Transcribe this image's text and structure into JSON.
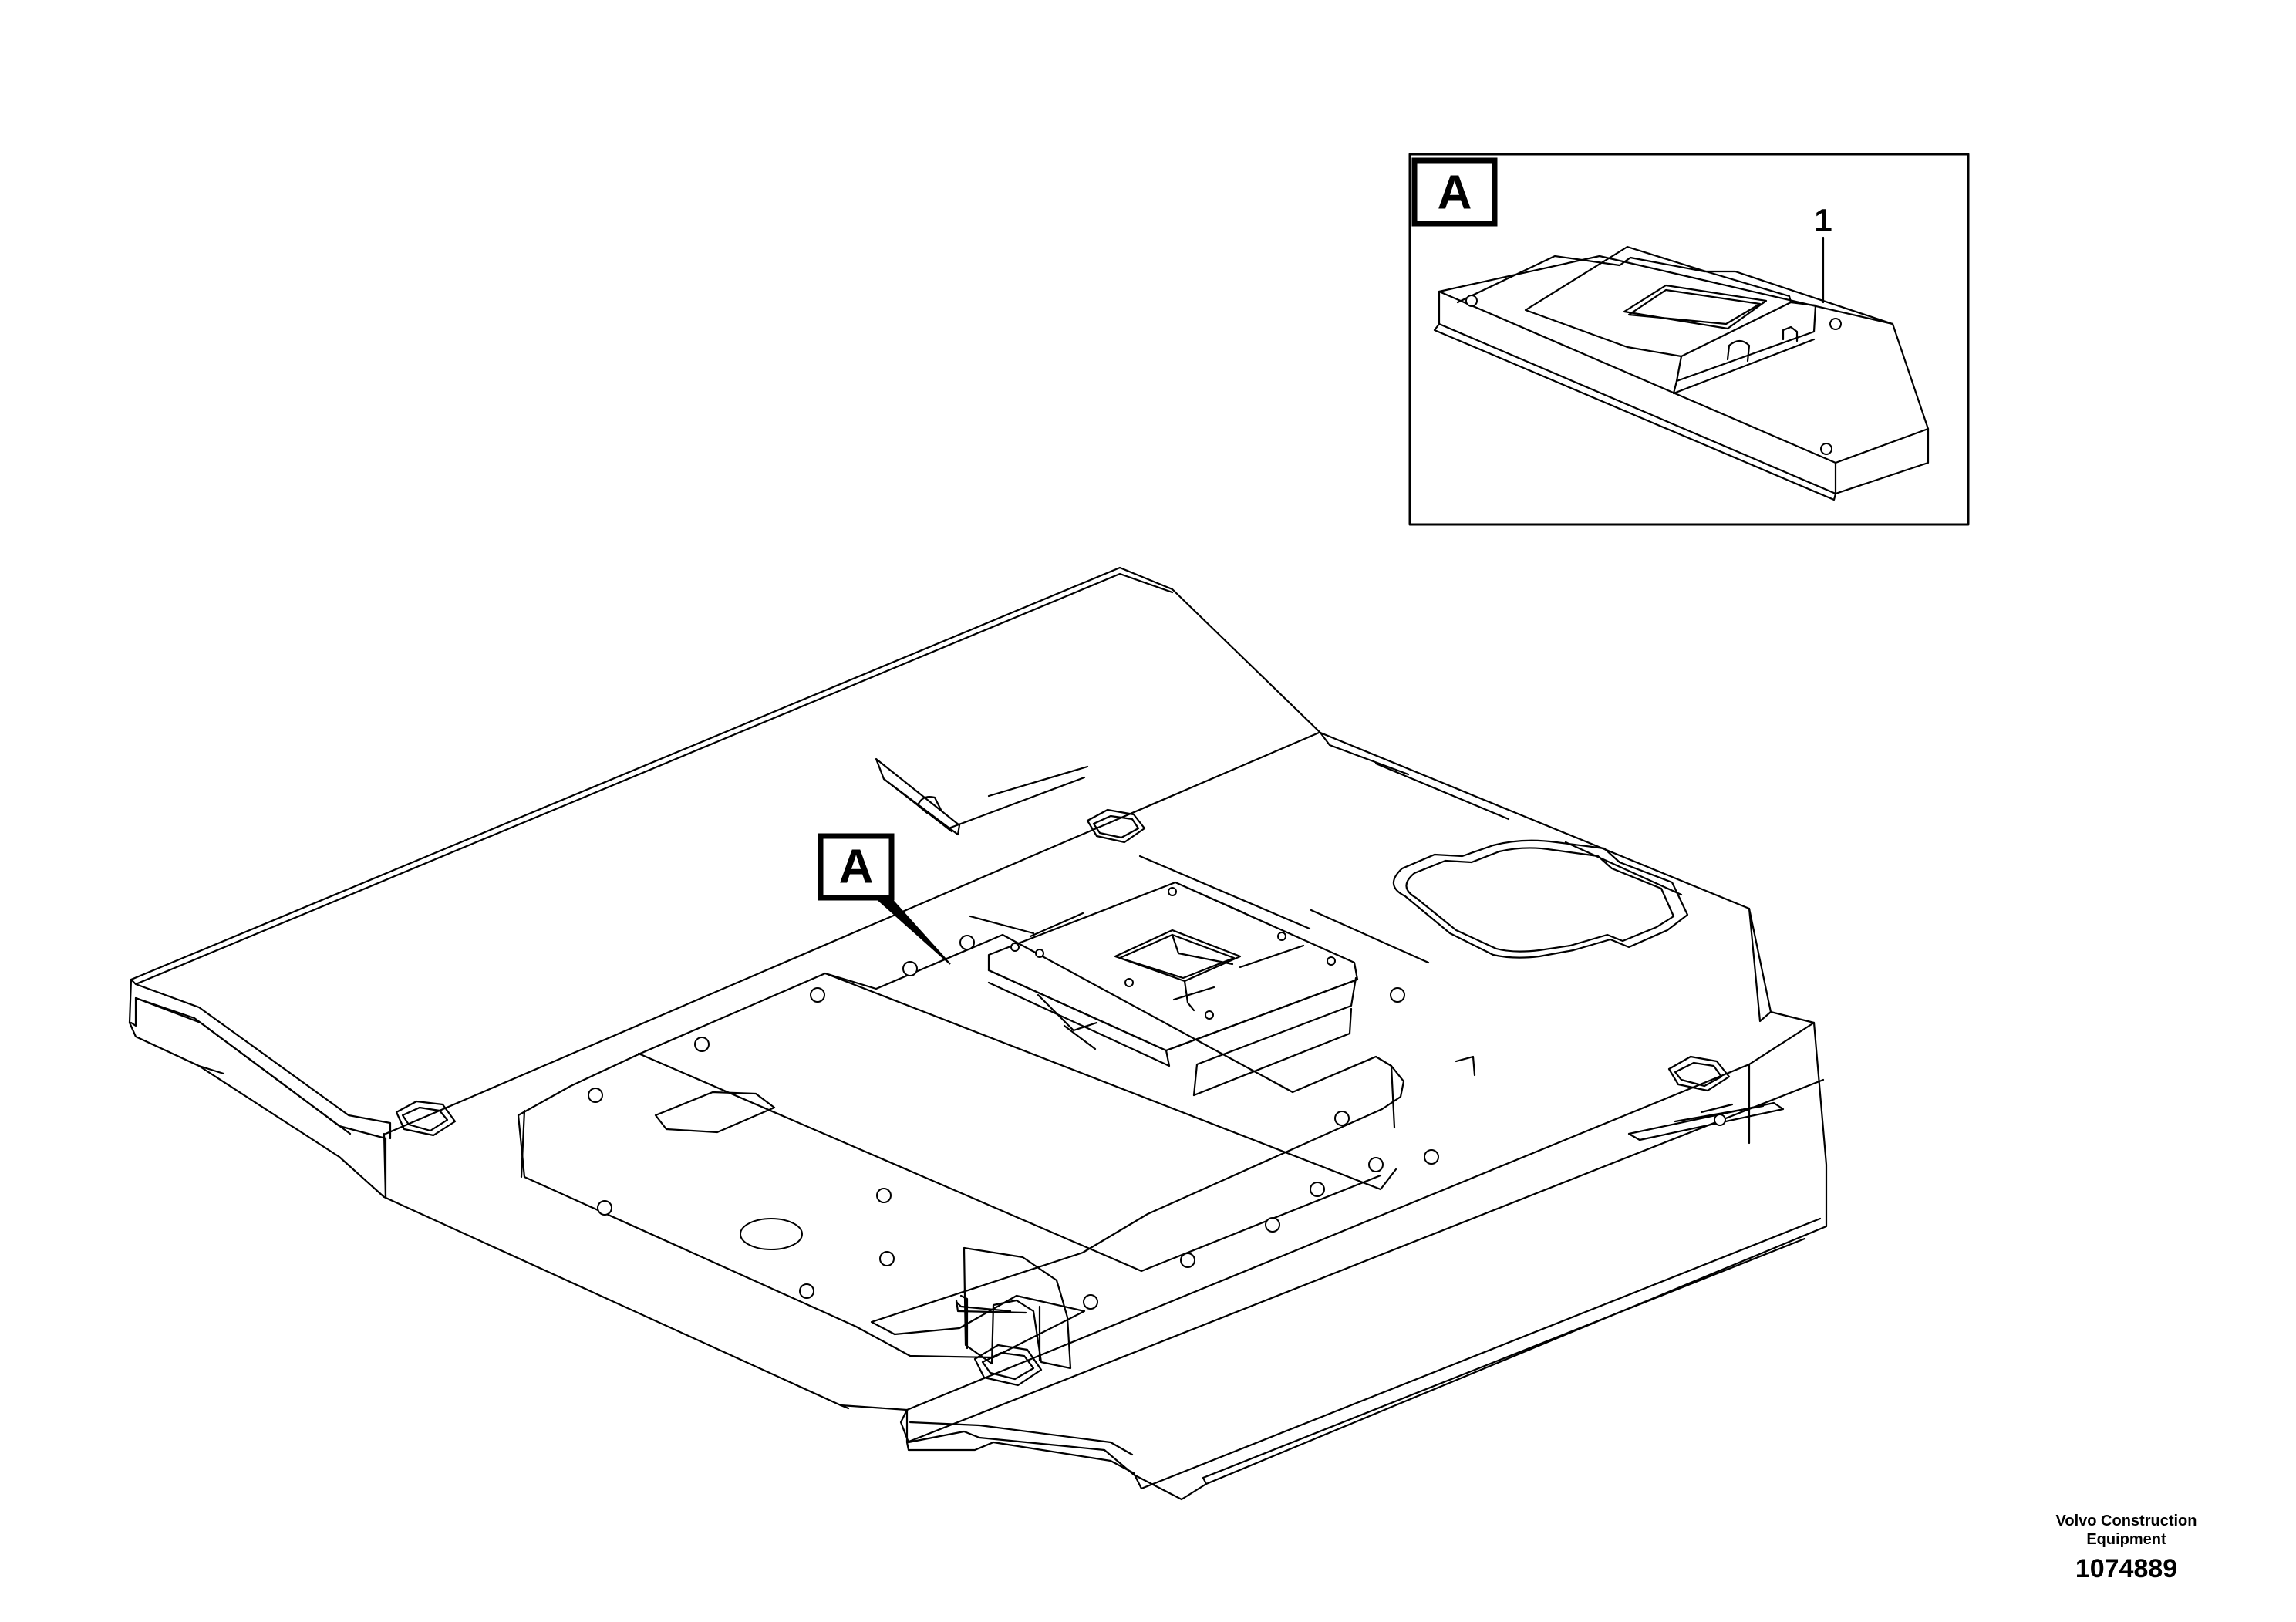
{
  "drawing": {
    "detail_label": "A",
    "view_label": "A",
    "callouts": [
      {
        "number": "1"
      }
    ]
  },
  "brand": {
    "company_line1": "Volvo Construction",
    "company_line2": "Equipment",
    "drawing_number": "1074889"
  }
}
